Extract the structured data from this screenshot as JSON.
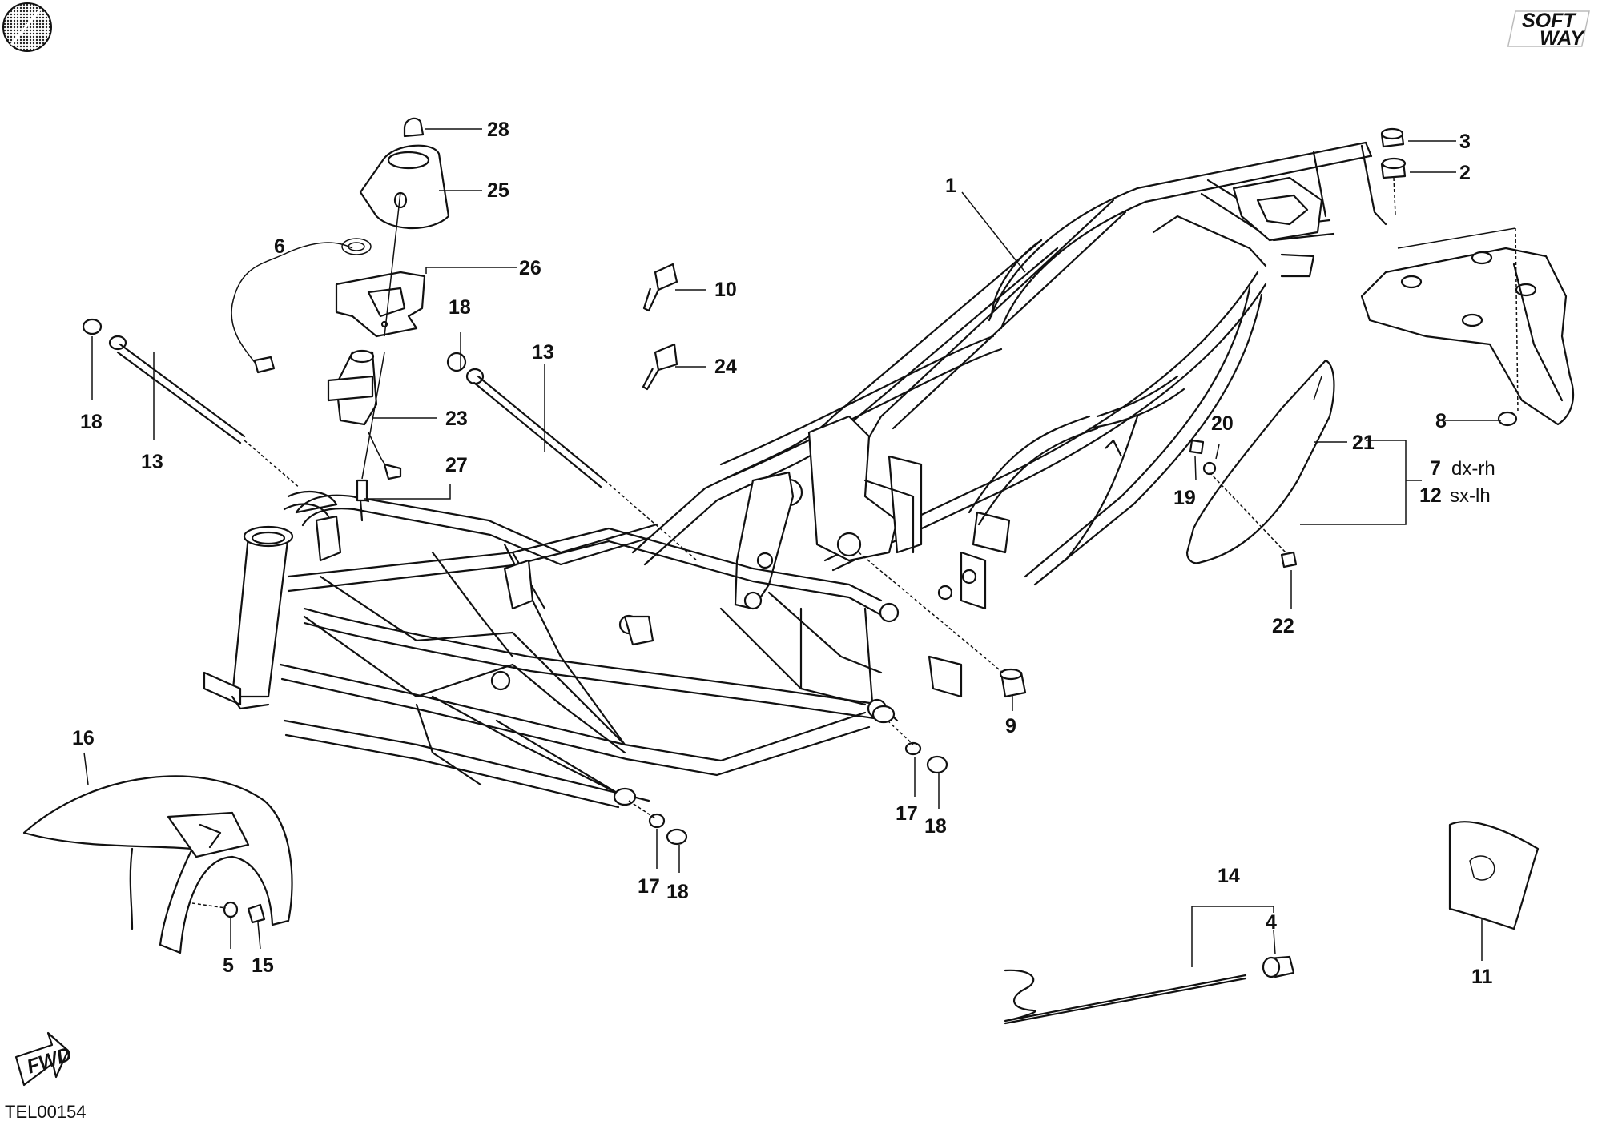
{
  "diagram_code": "TEL00154",
  "logo": {
    "line1": "SOFT",
    "line2": "WAY"
  },
  "fwd_label": "FWD",
  "callouts": {
    "c1": "1",
    "c2": "2",
    "c3": "3",
    "c4": "4",
    "c5": "5",
    "c6": "6",
    "c7": "7",
    "c7_note": "dx-rh",
    "c8": "8",
    "c9": "9",
    "c10": "10",
    "c11": "11",
    "c12": "12",
    "c12_note": "sx-lh",
    "c13a": "13",
    "c13b": "13",
    "c14": "14",
    "c15": "15",
    "c16": "16",
    "c17a": "17",
    "c17b": "17",
    "c18a": "18",
    "c18b": "18",
    "c18c": "18",
    "c18d": "18",
    "c19": "19",
    "c20": "20",
    "c21": "21",
    "c22": "22",
    "c23": "23",
    "c24": "24",
    "c25": "25",
    "c26": "26",
    "c27": "27",
    "c28": "28"
  }
}
